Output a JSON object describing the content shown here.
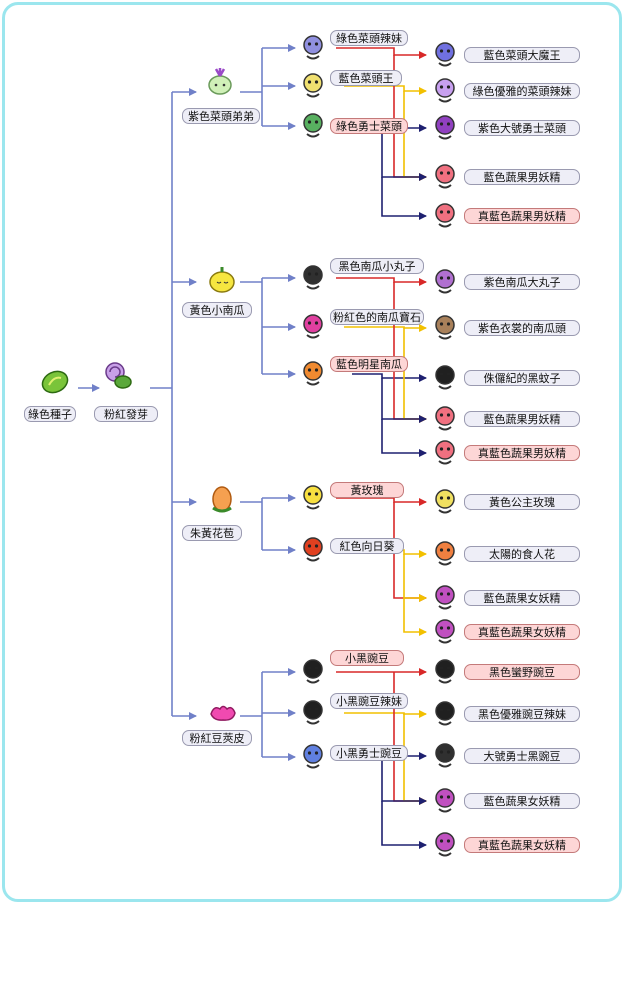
{
  "colors": {
    "frame": "#9be6ee",
    "stem": "#7080c8",
    "red": "#d82828",
    "yellow": "#f2c000",
    "navy": "#1e2070",
    "label_bg": "#eeeef7",
    "label_red_bg": "#fdd6d6"
  },
  "root": {
    "seed": "綠色種子",
    "sprout": "粉紅發芽"
  },
  "branches": [
    {
      "name": "紫色菜頭弟弟",
      "children": [
        "綠色菜頭辣妹",
        "藍色菜頭王",
        "綠色勇士菜頭"
      ],
      "results": [
        "藍色菜頭大魔王",
        "綠色優雅的菜頭辣妹",
        "紫色大號勇士菜頭",
        "藍色蔬果男妖精",
        "真藍色蔬果男妖精"
      ]
    },
    {
      "name": "黃色小南瓜",
      "children": [
        "黑色南瓜小丸子",
        "粉紅色的南瓜寶石",
        "藍色明星南瓜"
      ],
      "results": [
        "紫色南瓜大丸子",
        "紫色衣裳的南瓜頭",
        "侏儸紀的黑蚊子",
        "藍色蔬果男妖精",
        "真藍色蔬果男妖精"
      ]
    },
    {
      "name": "朱黃花苞",
      "children": [
        "黃玫瑰",
        "紅色向日葵"
      ],
      "results": [
        "黃色公主玫瑰",
        "太陽的食人花",
        "藍色蔬果女妖精",
        "真藍色蔬果女妖精"
      ]
    },
    {
      "name": "粉紅豆莢皮",
      "children": [
        "小黑豌豆",
        "小黑豌豆辣妹",
        "小黑勇士豌豆"
      ],
      "results": [
        "黑色蠻野豌豆",
        "黑色優雅豌豆辣妹",
        "大號勇士黑豌豆",
        "藍色蔬果女妖精",
        "真藍色蔬果女妖精"
      ]
    }
  ]
}
